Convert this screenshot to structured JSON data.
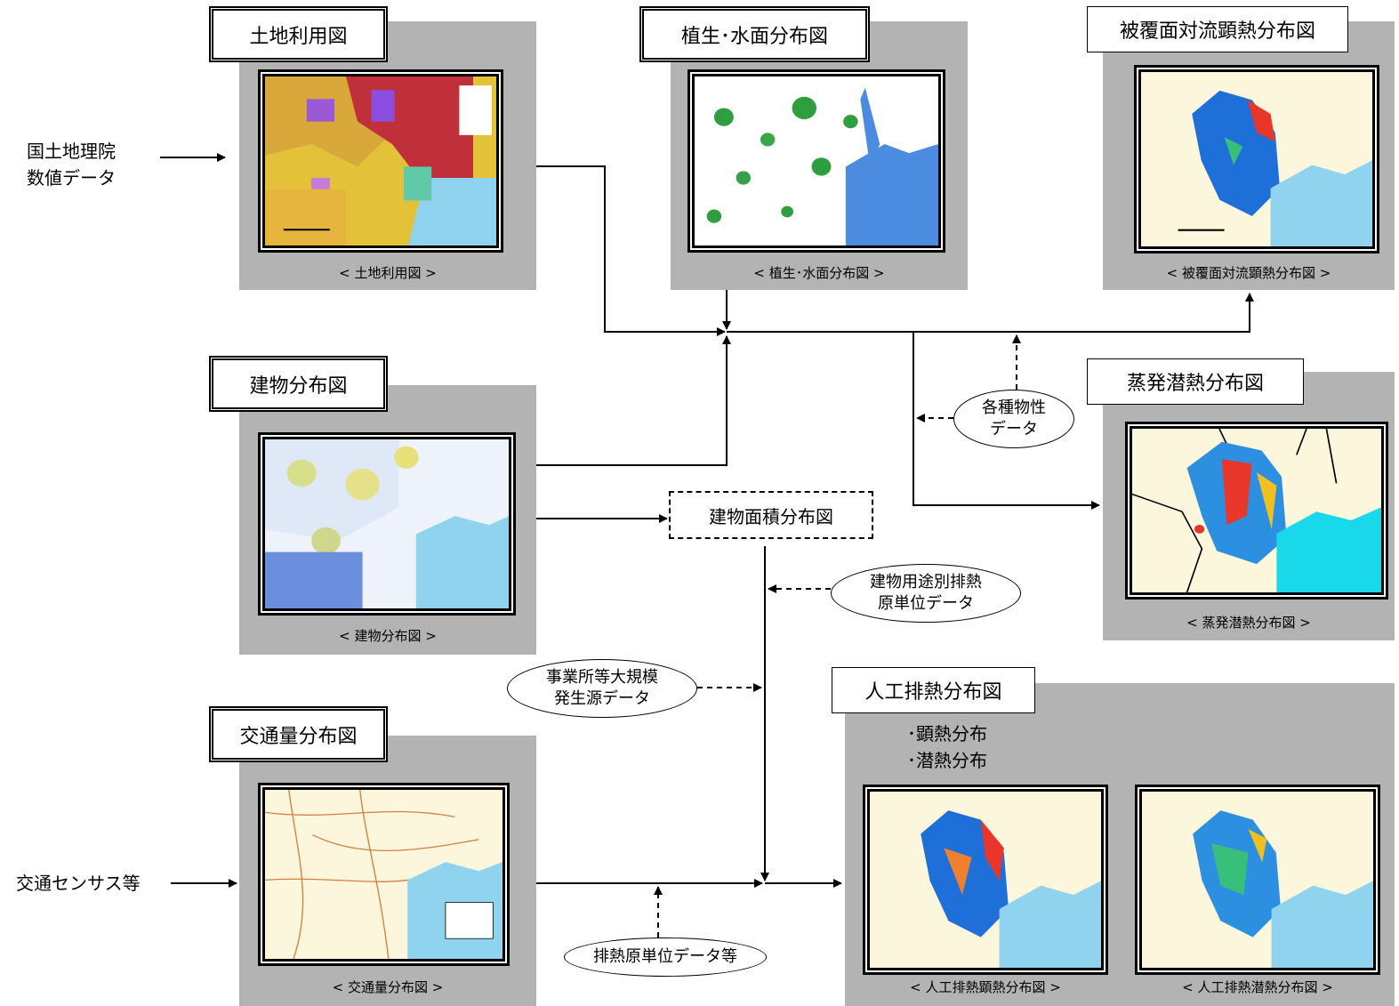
{
  "nodes": {
    "land_use": {
      "title": "土地利用図",
      "caption": "< 土地利用図 >"
    },
    "vegetation": {
      "title": "植生･水面分布図",
      "caption": "< 植生･水面分布図 >"
    },
    "convective": {
      "title": "被覆面対流顕熱分布図",
      "caption": "< 被覆面対流顕熱分布図 >"
    },
    "building": {
      "title": "建物分布図",
      "caption": "< 建物分布図 >"
    },
    "evaporation": {
      "title": "蒸発潜熱分布図",
      "caption": "< 蒸発潜熱分布図 >"
    },
    "traffic": {
      "title": "交通量分布図",
      "caption": "< 交通量分布図 >"
    },
    "anthropogenic": {
      "title": "人工排熱分布図",
      "bullets": [
        "･顕熱分布",
        "･潜熱分布"
      ],
      "caption_sensible": "< 人工排熱顕熱分布図 >",
      "caption_latent": "< 人工排熱潜熱分布図 >"
    },
    "building_area": {
      "title": "建物面積分布図"
    }
  },
  "sources": {
    "gsi": [
      "国土地理院",
      "数値データ"
    ],
    "census": "交通センサス等"
  },
  "inputs": {
    "properties": [
      "各種物性",
      "データ"
    ],
    "use_heat": [
      "建物用途別排熱",
      "原単位データ"
    ],
    "large_sources": [
      "事業所等大規模",
      "発生源データ"
    ],
    "exhaust_units": "排熱原単位データ等"
  },
  "colors": {
    "panel": "#b3b3b3",
    "water": "#8fd3ef",
    "blue": "#1f6fd8",
    "red": "#e8372a",
    "yellow": "#f0e040",
    "green": "#2e9e3e",
    "map_bg": "#fbf6dc"
  }
}
